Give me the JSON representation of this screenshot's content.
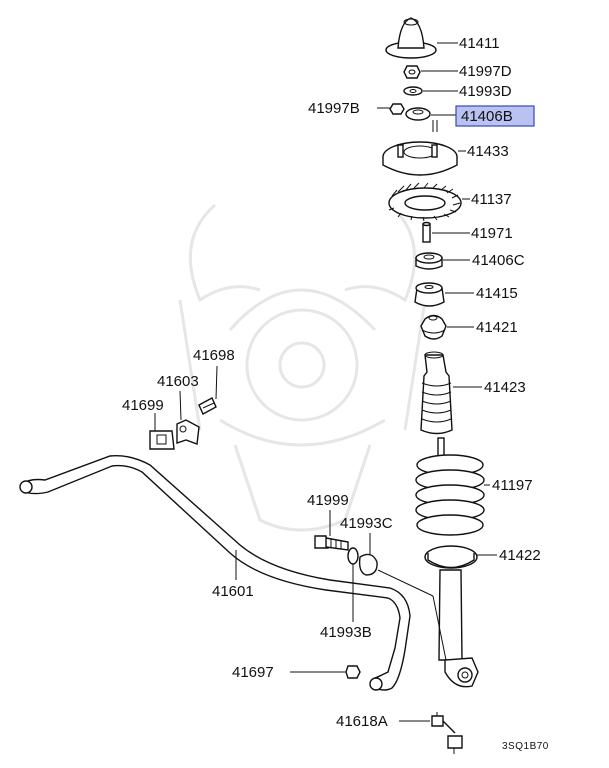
{
  "labels": {
    "p41411": "41411",
    "p41997D": "41997D",
    "p41993D": "41993D",
    "p41997B": "41997B",
    "p41406B": "41406B",
    "p41433": "41433",
    "p41137": "41137",
    "p41971": "41971",
    "p41406C": "41406C",
    "p41415": "41415",
    "p41421": "41421",
    "p41423": "41423",
    "p41197": "41197",
    "p41422": "41422",
    "p41698": "41698",
    "p41603": "41603",
    "p41699": "41699",
    "p41999": "41999",
    "p41993C": "41993C",
    "p41601": "41601",
    "p41993B": "41993B",
    "p41697": "41697",
    "p41618A": "41618A"
  },
  "highlighted_part": "41406B",
  "colors": {
    "highlight_fill": "#b9c2f0",
    "highlight_border": "#3a46b8",
    "line": "#111111",
    "watermark": "#e6e6e6"
  },
  "diagram_code": "3SQ1B70"
}
